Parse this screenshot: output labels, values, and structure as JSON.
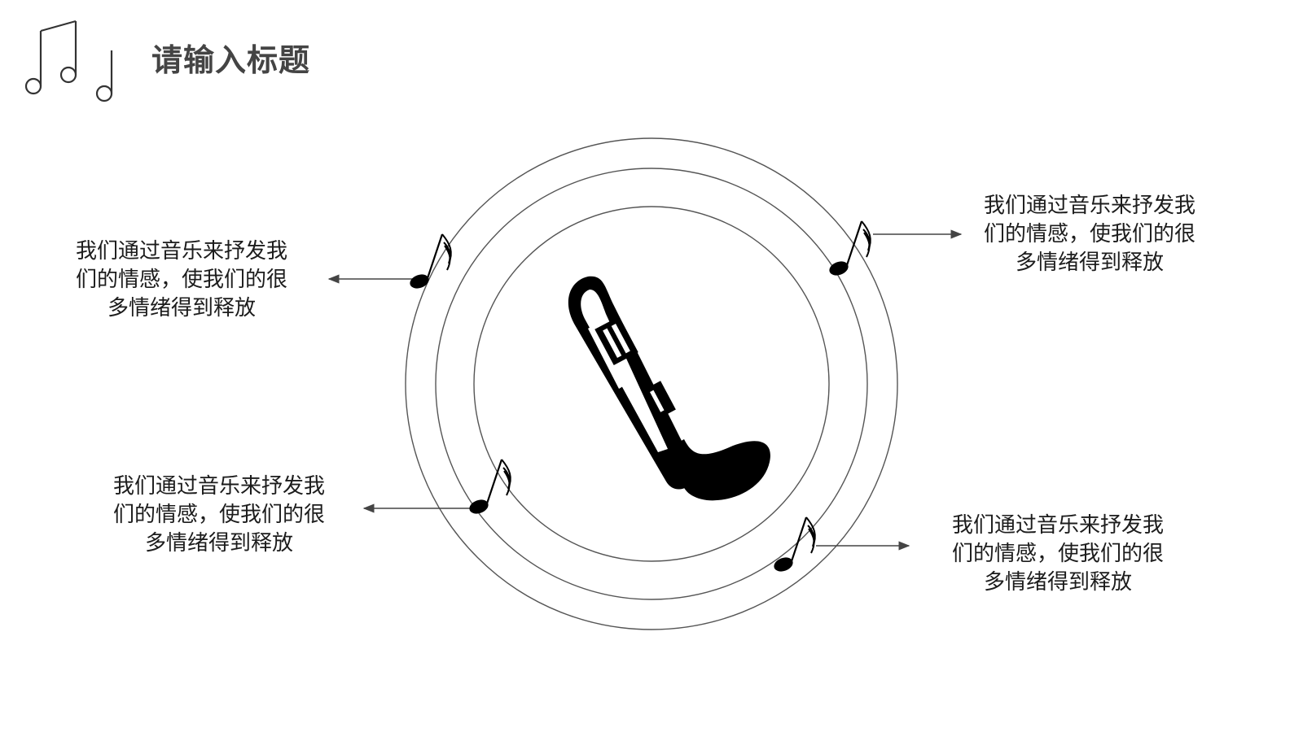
{
  "slide": {
    "title": "请输入标题"
  },
  "callouts": [
    {
      "lines": [
        "我们通过音乐来抒发我",
        "们的情感，使我们的很",
        "多情绪得到释放"
      ]
    },
    {
      "lines": [
        "我们通过音乐来抒发我",
        "们的情感，使我们的很",
        "多情绪得到释放"
      ]
    },
    {
      "lines": [
        "我们通过音乐来抒发我",
        "们的情感，使我们的很",
        "多情绪得到释放"
      ]
    },
    {
      "lines": [
        "我们通过音乐来抒发我",
        "们的情感，使我们的很",
        "多情绪得到释放"
      ]
    }
  ],
  "colors": {
    "text": "#1c1c1c",
    "title": "#444444",
    "lines": "#555555",
    "ink": "#000000"
  },
  "icons": [
    "music-notes-icon",
    "eighth-note-icon",
    "trumpet-icon",
    "arrow-icon"
  ]
}
